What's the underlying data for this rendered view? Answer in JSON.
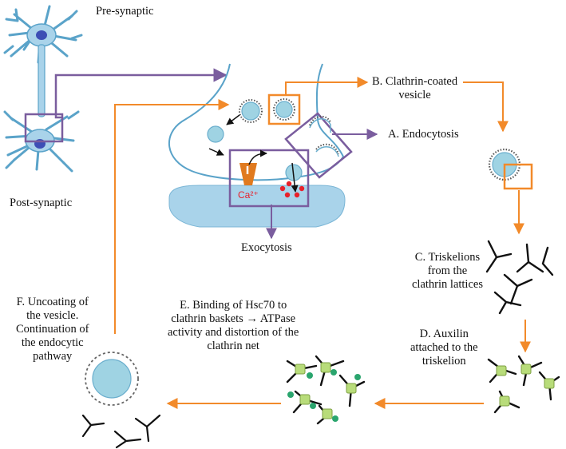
{
  "labels": {
    "pre_synaptic": "Pre-synaptic",
    "post_synaptic": "Post-synaptic",
    "calcium": "Ca²⁺",
    "exocytosis": "Exocytosis",
    "step_a": "A. Endocytosis",
    "step_b": "B. Clathrin-coated\nvesicle",
    "step_c": "C. Triskelions\nfrom the\nclathrin lattices",
    "step_d": "D. Auxilin\nattached to the\ntriskelion",
    "step_e": "E. Binding of Hsc70 to\nclathrin baskets → ATPase\nactivity and distortion of the\nclathrin net",
    "step_f": "F. Uncoating of\nthe vesicle.\nContinuation of\nthe endocytic\npathway"
  },
  "colors": {
    "arrow_orange": "#f28a2a",
    "frame_purple": "#7a5d9e",
    "neuron_fill": "#a9d3ea",
    "neuron_stroke": "#5aa3c9",
    "nucleus": "#3d4fb5",
    "vesicle_fill": "#9fd3e3",
    "auxilin_green": "#b8dc7a",
    "hsc70_green": "#2aa56e",
    "calcium_red": "#e8202a",
    "channel_orange": "#e07a1f"
  }
}
